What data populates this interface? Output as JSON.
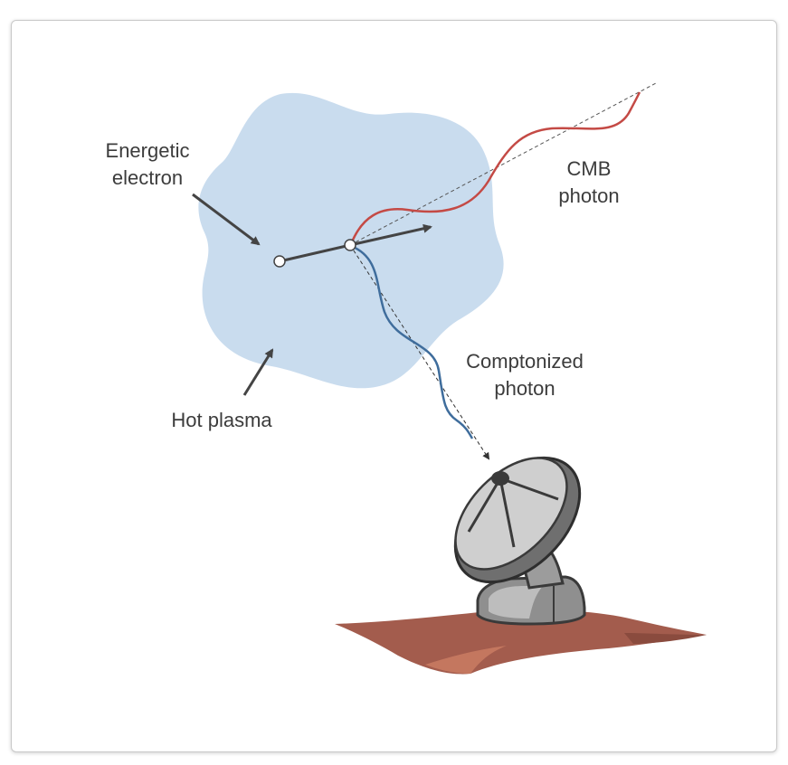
{
  "labels": {
    "energetic_electron": [
      "Energetic",
      "electron"
    ],
    "cmb_photon": [
      "CMB",
      "photon"
    ],
    "comptonized_photon": [
      "Comptonized",
      "photon"
    ],
    "hot_plasma": "Hot plasma"
  },
  "colors": {
    "plasma": "#c9dcee",
    "cmb_photon": "#c44a45",
    "comptonized_photon": "#3f6d9c",
    "arrow": "#444444",
    "ground": "#a35c4d",
    "dish": "#a9a9a9"
  },
  "icons": {
    "dish": "radio-telescope-dish"
  }
}
